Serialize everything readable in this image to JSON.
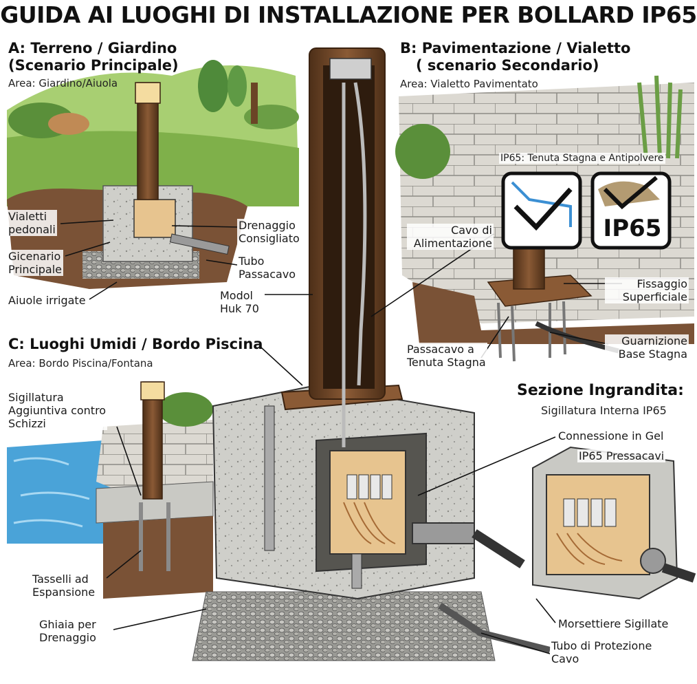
{
  "title": "GUIDA AI LUOGHI DI INSTALLAZIONE PER BOLLARD IP65",
  "section_a": {
    "heading_1": "A: Terreno / Giardino",
    "heading_2": "(Scenario Principale)",
    "area": "Area: Giardino/Aiuola",
    "labels": {
      "vialetti": "Vialetti\npedonali",
      "gicenario": "Gicenario\nPrincipale",
      "aiuole": "Aiuole irrigate",
      "drenaggio": "Drenaggio\nConsigliato",
      "tubo": "Tubo\nPassacavo"
    }
  },
  "section_b": {
    "heading_1": "B: Pavimentazione / Vialetto",
    "heading_2": "( scenario Secondario)",
    "area": "Area: Vialetto Pavimentato",
    "ip65_caption": "IP65: Tenuta Stagna e Antipolvere",
    "ip65_badge": "IP65",
    "labels": {
      "cavo": "Cavo di\nAlimentazione",
      "fissaggio": "Fissaggio\nSuperficiale",
      "passacavo": "Passacavo a\nTenuta Stagna",
      "guarnizione": "Guarnizione\nBase Stagna"
    }
  },
  "center": {
    "model": "Modol\nHuk 70"
  },
  "section_c": {
    "heading": "C: Luoghi Umidi / Bordo Piscina",
    "area": "Area: Bordo Piscina/Fontana",
    "labels": {
      "sigillatura": "Sigillatura\nAggiuntiva contro\nSchizzi",
      "tasselli": "Tasselli ad\nEspansione",
      "ghiaia": "Ghiaia per\nDrenaggio"
    }
  },
  "zoom": {
    "heading": "Sezione Ingrandita:",
    "subheading": "Sigillatura Interna IP65",
    "labels": {
      "gel": "Connessione in Gel",
      "pressacavi": "IP65 Pressacavi",
      "morsettiere": "Morsettiere Sigillate",
      "tubo": "Tubo di Protezione\nCavo"
    }
  },
  "colors": {
    "bronze": "#6b4426",
    "concrete": "#c9c9c4",
    "grass": "#7fb04a",
    "soil": "#7a5236",
    "water": "#4aa3d8",
    "paving": "#d6d3cc"
  }
}
